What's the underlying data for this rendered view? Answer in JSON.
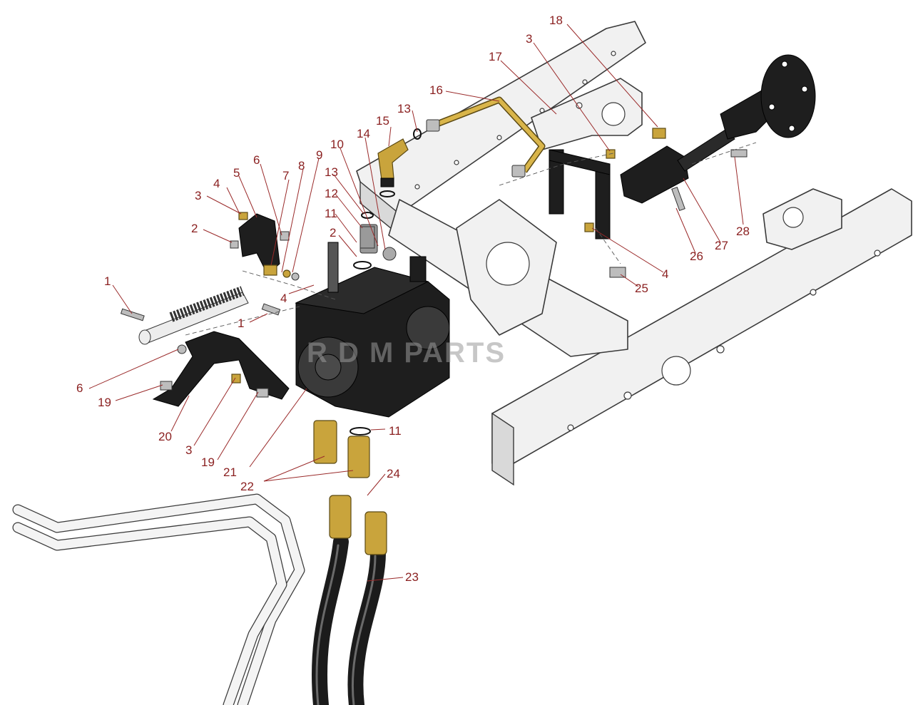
{
  "diagram": {
    "watermark": "R   D   M PARTS",
    "callouts": [
      {
        "id": "c18",
        "label": "18"
      },
      {
        "id": "c3a",
        "label": "3"
      },
      {
        "id": "c17",
        "label": "17"
      },
      {
        "id": "c16",
        "label": "16"
      },
      {
        "id": "c13a",
        "label": "13"
      },
      {
        "id": "c15",
        "label": "15"
      },
      {
        "id": "c14",
        "label": "14"
      },
      {
        "id": "c10",
        "label": "10"
      },
      {
        "id": "c9",
        "label": "9"
      },
      {
        "id": "c8",
        "label": "8"
      },
      {
        "id": "c6a",
        "label": "6"
      },
      {
        "id": "c7",
        "label": "7"
      },
      {
        "id": "c5",
        "label": "5"
      },
      {
        "id": "c4a",
        "label": "4"
      },
      {
        "id": "c3b",
        "label": "3"
      },
      {
        "id": "c13b",
        "label": "13"
      },
      {
        "id": "c12",
        "label": "12"
      },
      {
        "id": "c11a",
        "label": "11"
      },
      {
        "id": "c2a",
        "label": "2"
      },
      {
        "id": "c2b",
        "label": "2"
      },
      {
        "id": "c4b",
        "label": "4"
      },
      {
        "id": "c1a",
        "label": "1"
      },
      {
        "id": "c1b",
        "label": "1"
      },
      {
        "id": "c6b",
        "label": "6"
      },
      {
        "id": "c19a",
        "label": "19"
      },
      {
        "id": "c20",
        "label": "20"
      },
      {
        "id": "c3c",
        "label": "3"
      },
      {
        "id": "c19b",
        "label": "19"
      },
      {
        "id": "c21",
        "label": "21"
      },
      {
        "id": "c22",
        "label": "22"
      },
      {
        "id": "c11b",
        "label": "11"
      },
      {
        "id": "c24",
        "label": "24"
      },
      {
        "id": "c23",
        "label": "23"
      },
      {
        "id": "c4c",
        "label": "4"
      },
      {
        "id": "c25",
        "label": "25"
      },
      {
        "id": "c26",
        "label": "26"
      },
      {
        "id": "c27",
        "label": "27"
      },
      {
        "id": "c28",
        "label": "28"
      }
    ]
  }
}
